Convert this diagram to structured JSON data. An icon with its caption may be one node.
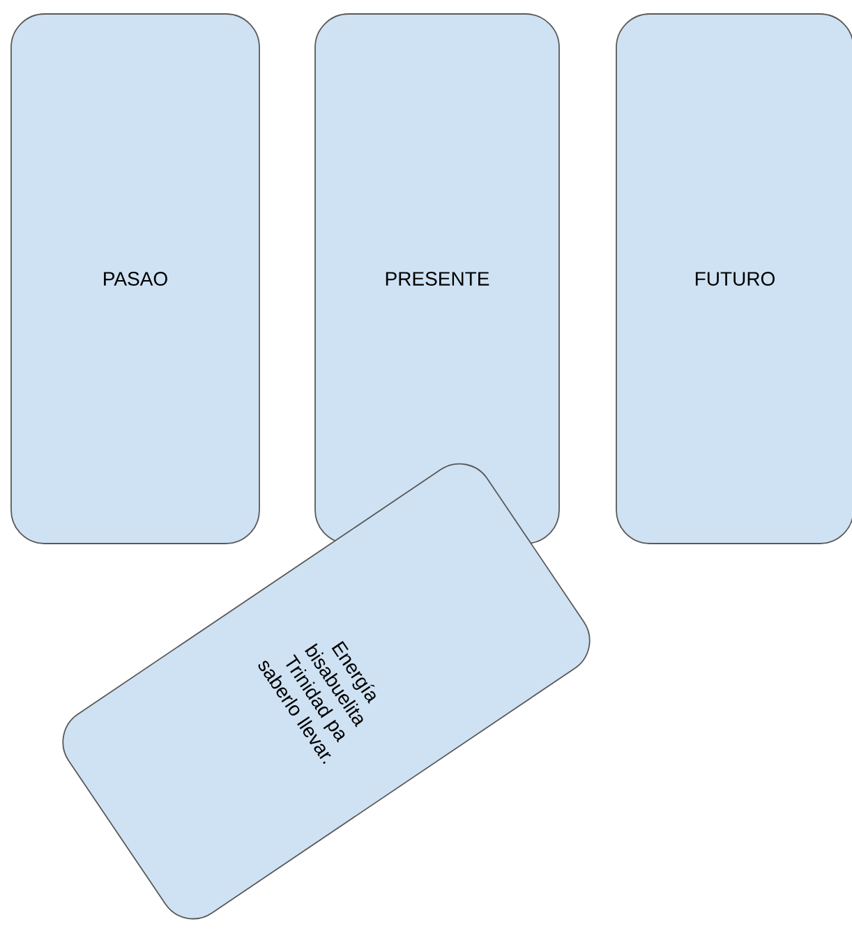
{
  "diagram": {
    "nodes": [
      {
        "text": [
          "PASAO"
        ]
      },
      {
        "text": [
          "PRESENTE"
        ]
      },
      {
        "text": [
          "FUTURO"
        ]
      },
      {
        "text": [
          "Energía bisabuelita Trinidad pa saberlo llevar."
        ]
      }
    ]
  }
}
